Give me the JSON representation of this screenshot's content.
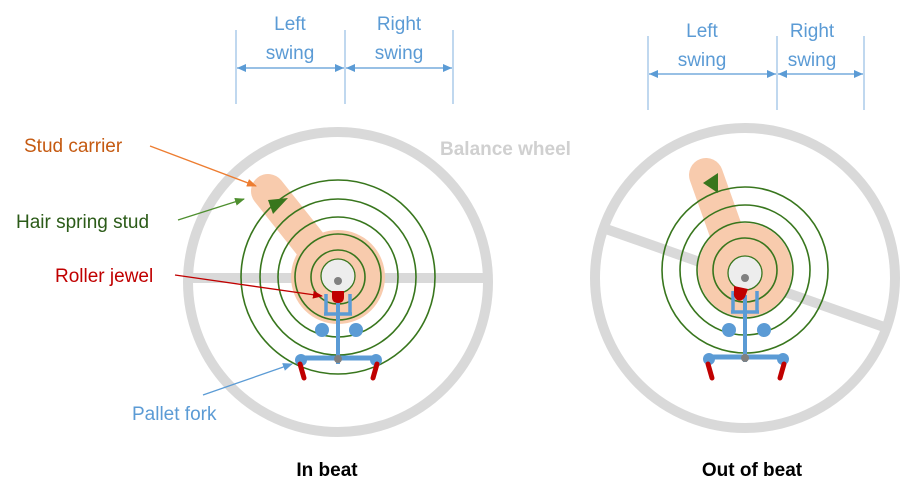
{
  "labels": {
    "stud_carrier": "Stud carrier",
    "hair_spring_stud": "Hair spring stud",
    "roller_jewel": "Roller jewel",
    "pallet_fork": "Pallet fork",
    "balance_wheel": "Balance wheel"
  },
  "in_beat": {
    "caption": "In beat",
    "left_swing": [
      "Left",
      "swing"
    ],
    "right_swing": [
      "Right",
      "swing"
    ]
  },
  "out_of_beat": {
    "caption": "Out of beat",
    "left_swing": [
      "Left",
      "swing"
    ],
    "right_swing": [
      "Right",
      "swing"
    ]
  },
  "colors": {
    "stud_carrier": "#c55a11",
    "stud_carrier_fill": "#f8cbad",
    "hair_spring": "#38761d",
    "roller_jewel": "#c00000",
    "pallet_fork": "#5b9bd5",
    "balance_wheel": "#d9d9d9",
    "swing_text": "#5b9bd5"
  }
}
